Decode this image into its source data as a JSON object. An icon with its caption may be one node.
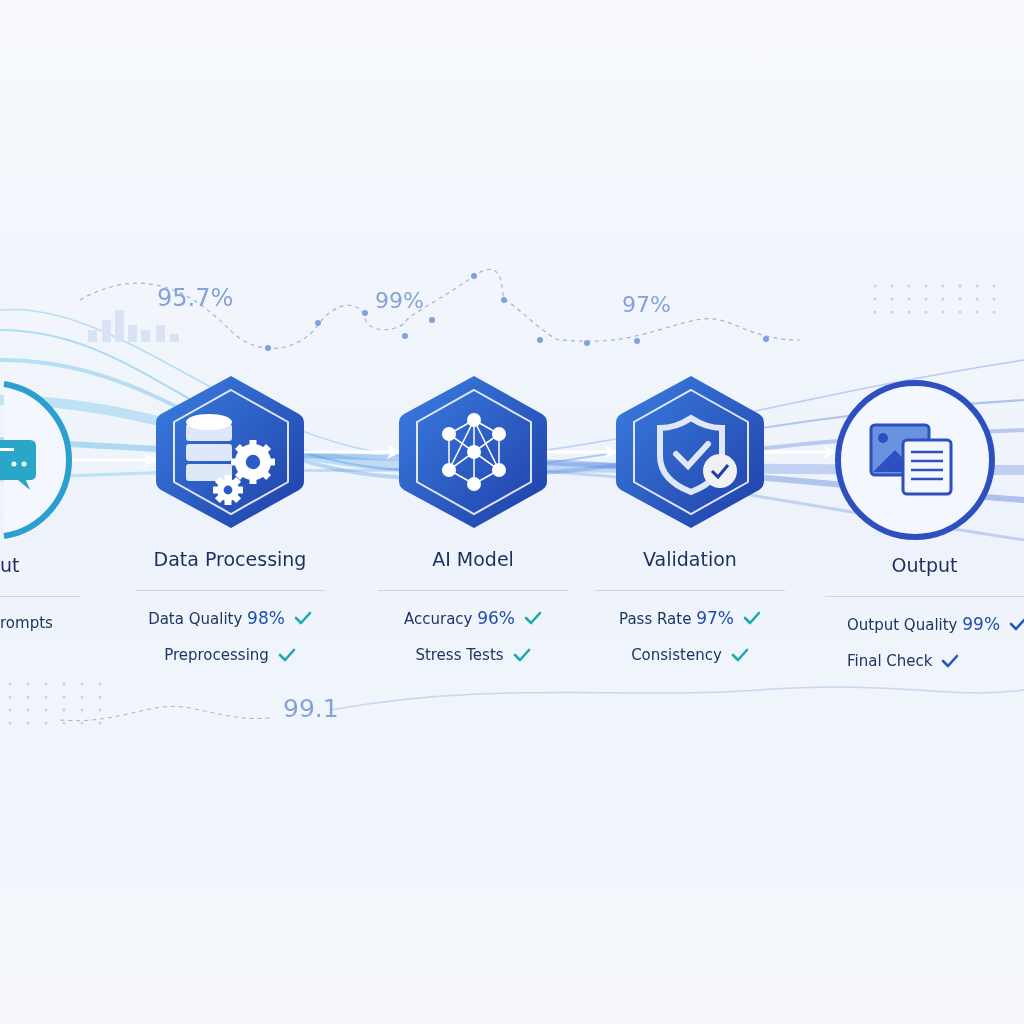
{
  "diagram": {
    "nodes": [
      {
        "text": [
          "ut",
          "rompts"
        ]
      },
      {
        "text": [
          "Data Processing",
          "Data Quality **98%**",
          "Preprocessing"
        ]
      },
      {
        "text": [
          "AI Model",
          "Accuracy **96%**",
          "Stress Tests"
        ]
      },
      {
        "text": [
          "Validation",
          "Pass Rate **97%**",
          "Consistency"
        ]
      },
      {
        "text": [
          "Output",
          "Output Quality **99%**",
          "Final Check"
        ]
      }
    ],
    "edges": [
      {
        "from": 0,
        "to": 1,
        "arrow": "to"
      },
      {
        "from": 1,
        "to": 2,
        "arrow": "to"
      },
      {
        "from": 2,
        "to": 3,
        "arrow": "to"
      },
      {
        "from": 3,
        "to": 4,
        "arrow": "to"
      }
    ],
    "labels": [
      "95.7%",
      "99%",
      "97%",
      "99.1"
    ]
  }
}
